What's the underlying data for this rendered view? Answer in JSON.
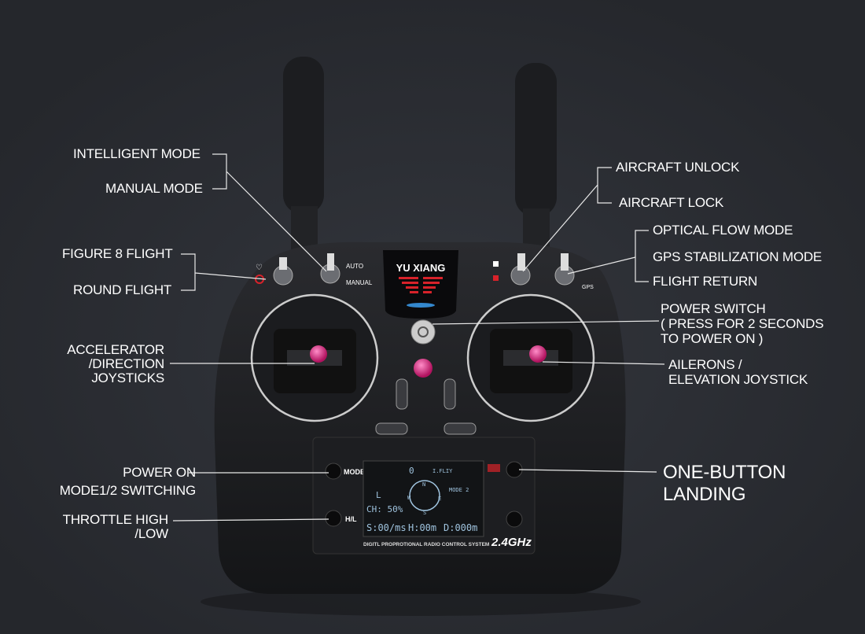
{
  "device": {
    "brand": "YU XIANG",
    "switch_labels": {
      "auto": "AUTO",
      "manual": "MANUAL",
      "gps": "GPS"
    },
    "mode_button": "MODE",
    "hl_button": "H/L",
    "footer_text": "DIGITL PROPROTIONAL RADIO CONTROL SYSTEM",
    "frequency": "2.4GHz",
    "lcd": {
      "count": "0",
      "flight": "I.FLIY",
      "mode": "MODE 2",
      "left": "L",
      "compass": [
        "N",
        "E",
        "S",
        "W"
      ],
      "throttle": "CH: 50%",
      "speed": "S:00/ms",
      "height": "H:00m",
      "distance": "D:000m"
    }
  },
  "callouts": {
    "intelligent_mode": "INTELLIGENT MODE",
    "manual_mode": "MANUAL MODE",
    "figure8": "FIGURE 8 FLIGHT",
    "round": "ROUND FLIGHT",
    "accelerator": [
      "ACCELERATOR",
      "/DIRECTION",
      "JOYSTICKS"
    ],
    "power_on": [
      "POWER ON",
      "MODE1/2 SWITCHING"
    ],
    "throttle": [
      "THROTTLE HIGH",
      "/LOW"
    ],
    "unlock": "AIRCRAFT UNLOCK",
    "lock": "AIRCRAFT LOCK",
    "optical": "OPTICAL FLOW MODE",
    "gps": "GPS STABILIZATION MODE",
    "return": "FLIGHT RETURN",
    "power_switch": [
      "POWER SWITCH",
      "( PRESS FOR 2 SECONDS",
      "TO POWER ON )"
    ],
    "ailerons": [
      "AILERONS /",
      "ELEVATION JOYSTICK"
    ],
    "landing": [
      "ONE-BUTTON",
      "LANDING"
    ]
  }
}
